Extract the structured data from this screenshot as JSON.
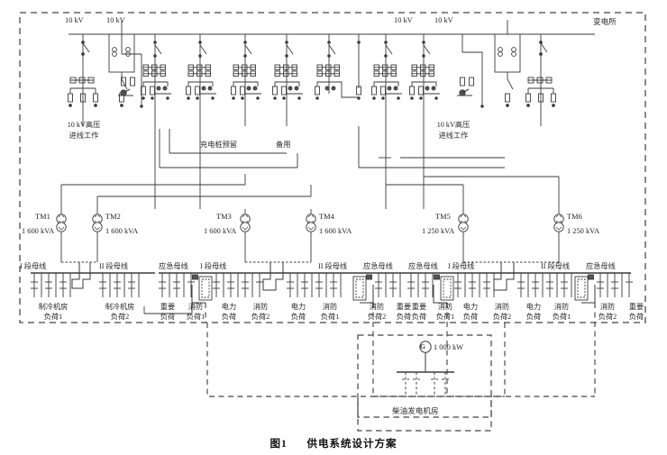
{
  "figure": {
    "caption_number": "图1",
    "caption_title": "供电系统设计方案"
  },
  "substation": {
    "enclosure_label": "变电所"
  },
  "hv": {
    "voltage_labels": [
      "10 kV",
      "10 kV",
      "10 kV",
      "10 kV"
    ],
    "incoming_left": "10 kV高压\n进线工作",
    "incoming_left_line1": "10 kV高压",
    "incoming_left_line2": "进线工作",
    "incoming_right_line1": "10 kV高压",
    "incoming_right_line2": "进线工作",
    "feeder_reserved_charging": "充电桩预留",
    "feeder_spare": "备用"
  },
  "transformers": [
    {
      "tag": "TM1",
      "rating": "1 600 kVA",
      "tag_side": "left"
    },
    {
      "tag": "TM2",
      "rating": "1 600 kVA",
      "tag_side": "right"
    },
    {
      "tag": "TM3",
      "rating": "1 600 kVA",
      "tag_side": "right"
    },
    {
      "tag": "TM4",
      "rating": "1 600 kVA",
      "tag_side": "right"
    },
    {
      "tag": "TM5",
      "rating": "1 250 kVA",
      "tag_side": "right"
    },
    {
      "tag": "TM6",
      "rating": "1 250 kVA",
      "tag_side": "right"
    }
  ],
  "busbars": {
    "section_I": "I 段母线",
    "section_II": "II 段母线",
    "emergency": "应急母线",
    "labels_in_order": [
      "I 段母线",
      "II 段母线",
      "应急母线",
      "I 段母线",
      "II 段母线",
      "应急母线",
      "应急母线",
      "I 段母线",
      "II 段母线",
      "应急母线"
    ]
  },
  "loads": {
    "group1": [
      {
        "line1": "制冷机房",
        "line2": "负荷1"
      },
      {
        "line1": "制冷机房",
        "line2": "负荷2"
      }
    ],
    "group2": [
      {
        "line1": "重要",
        "line2": "负荷"
      },
      {
        "line1": "消防",
        "line2": "负荷1"
      },
      {
        "line1": "电力",
        "line2": "负荷"
      },
      {
        "line1": "消防",
        "line2": "负荷2"
      },
      {
        "line1": "电力",
        "line2": "负荷"
      },
      {
        "line1": "消防",
        "line2": "负荷1"
      },
      {
        "line1": "消防",
        "line2": "负荷2"
      },
      {
        "line1": "重要",
        "line2": "负荷"
      }
    ],
    "group3": [
      {
        "line1": "重要",
        "line2": "负荷"
      },
      {
        "line1": "消防",
        "line2": "负荷1"
      },
      {
        "line1": "电力",
        "line2": "负荷"
      },
      {
        "line1": "消防",
        "line2": "负荷2"
      },
      {
        "line1": "电力",
        "line2": "负荷"
      },
      {
        "line1": "消防",
        "line2": "负荷1"
      },
      {
        "line1": "消防",
        "line2": "负荷2"
      },
      {
        "line1": "重要",
        "line2": "负荷"
      }
    ]
  },
  "generator": {
    "symbol": "G",
    "rating": "1 000 kW",
    "room_label": "柴油发电机房"
  },
  "colors": {
    "line": "#3a3a3a",
    "dashed": "#444444",
    "text": "#262626",
    "background": "#ffffff"
  }
}
